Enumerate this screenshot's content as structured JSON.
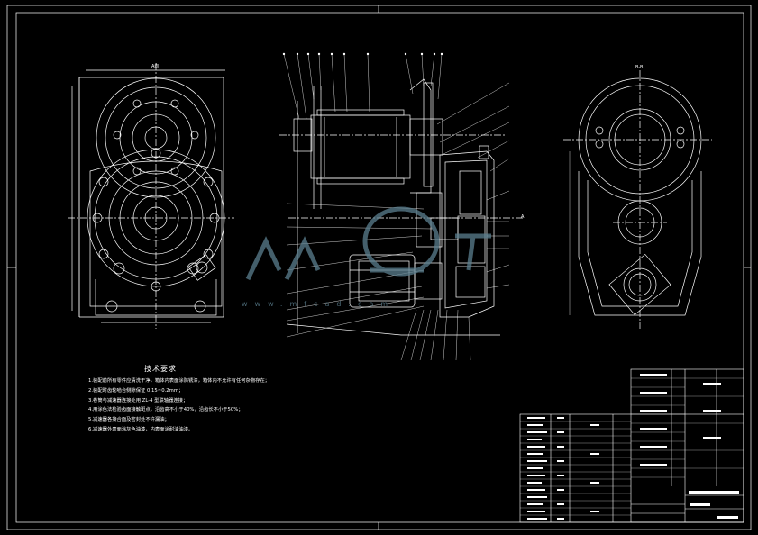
{
  "sheet": {
    "background": "#000000",
    "line_color": "#ffffff"
  },
  "views": {
    "left_label": "A向",
    "right_label": "B-B",
    "section_marker": "A"
  },
  "tech_requirements": {
    "title": "技术要求",
    "items": [
      "1.装配前所有零件应清洗干净，箱体内表面涂防锈漆，箱体内不允许有任何杂物存在；",
      "2.装配时齿轮啮合侧隙保证 0.15~0.2mm；",
      "3.卷筒与减速器连接处用 ZL-4 型联轴器连接；",
      "4.用涂色法检验齿面接触斑点，沿齿高不小于40%，沿齿长不小于50%；",
      "5.减速器各接合面及密封处不许漏油；",
      "6.减速器外表面涂灰色油漆，内表面涂耐油油漆。"
    ]
  },
  "watermark": {
    "text": "www.mfcad.com",
    "color": "#5b7f8f"
  }
}
